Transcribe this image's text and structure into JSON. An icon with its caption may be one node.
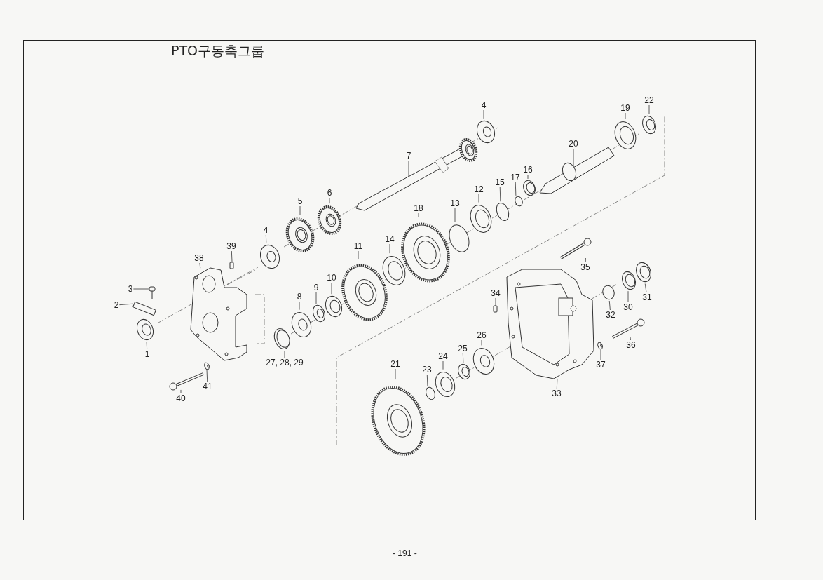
{
  "diagram": {
    "title": "PTO구동축그룹",
    "nodes": [
      {
        "text": [
          "4"
        ]
      },
      {
        "text": [
          "22"
        ]
      },
      {
        "text": [
          "19"
        ]
      },
      {
        "text": [
          "7"
        ]
      },
      {
        "text": [
          "20"
        ]
      },
      {
        "text": [
          "16"
        ]
      },
      {
        "text": [
          "17"
        ]
      },
      {
        "text": [
          "15"
        ]
      },
      {
        "text": [
          "6"
        ]
      },
      {
        "text": [
          "12"
        ]
      },
      {
        "text": [
          "13"
        ]
      },
      {
        "text": [
          "5"
        ]
      },
      {
        "text": [
          "18"
        ]
      },
      {
        "text": [
          "4"
        ]
      },
      {
        "text": [
          "39"
        ]
      },
      {
        "text": [
          "11"
        ]
      },
      {
        "text": [
          "14"
        ]
      },
      {
        "text": [
          "38"
        ]
      },
      {
        "text": [
          "35"
        ]
      },
      {
        "text": [
          "10"
        ]
      },
      {
        "text": [
          "3"
        ]
      },
      {
        "text": [
          "9"
        ]
      },
      {
        "text": [
          "34"
        ]
      },
      {
        "text": [
          "8"
        ]
      },
      {
        "text": [
          "32"
        ]
      },
      {
        "text": [
          "30"
        ]
      },
      {
        "text": [
          "31"
        ]
      },
      {
        "text": [
          "2"
        ]
      },
      {
        "text": [
          "26"
        ]
      },
      {
        "text": [
          "36"
        ]
      },
      {
        "text": [
          "25"
        ]
      },
      {
        "text": [
          "1"
        ]
      },
      {
        "text": [
          "27, 28, 29"
        ]
      },
      {
        "text": [
          "21"
        ]
      },
      {
        "text": [
          "37"
        ]
      },
      {
        "text": [
          "24"
        ]
      },
      {
        "text": [
          "23"
        ]
      },
      {
        "text": [
          "41"
        ]
      },
      {
        "text": [
          "40"
        ]
      },
      {
        "text": [
          "33"
        ]
      },
      {
        "text": [],
        "shape": "picture"
      },
      {
        "text": [],
        "shape": "picture"
      },
      {
        "text": [],
        "shape": "picture"
      },
      {
        "text": [],
        "shape": "picture"
      },
      {
        "text": [],
        "shape": "picture"
      },
      {
        "text": [],
        "shape": "picture"
      },
      {
        "text": [],
        "shape": "circle"
      },
      {
        "text": [],
        "shape": "circle"
      },
      {
        "text": [],
        "shape": "picture"
      },
      {
        "text": [],
        "shape": "picture"
      },
      {
        "text": [],
        "shape": "circle"
      },
      {
        "text": [],
        "shape": "picture"
      },
      {
        "text": [],
        "shape": "picture"
      },
      {
        "text": [],
        "shape": "picture"
      },
      {
        "text": [],
        "shape": "box"
      },
      {
        "text": [],
        "shape": "picture"
      },
      {
        "text": [],
        "shape": "picture"
      },
      {
        "text": [],
        "shape": "picture"
      },
      {
        "text": [],
        "shape": "picture"
      },
      {
        "text": [],
        "shape": "picture"
      },
      {
        "text": [],
        "shape": "picture"
      },
      {
        "text": [],
        "shape": "picture"
      },
      {
        "text": [],
        "shape": "box"
      },
      {
        "text": [],
        "shape": "picture"
      },
      {
        "text": [],
        "shape": "circle"
      },
      {
        "text": [],
        "shape": "picture"
      },
      {
        "text": [],
        "shape": "picture"
      },
      {
        "text": [],
        "shape": "box"
      },
      {
        "text": [],
        "shape": "picture"
      },
      {
        "text": [],
        "shape": "picture"
      },
      {
        "text": [],
        "shape": "picture"
      },
      {
        "text": [],
        "shape": "picture"
      },
      {
        "text": [],
        "shape": "picture"
      },
      {
        "text": [],
        "shape": "picture"
      },
      {
        "text": [],
        "shape": "picture"
      },
      {
        "text": [],
        "shape": "picture"
      },
      {
        "text": [],
        "shape": "circle"
      },
      {
        "text": [],
        "shape": "picture"
      },
      {
        "text": [],
        "shape": "picture"
      },
      {
        "text": [],
        "shape": "picture"
      }
    ],
    "edges": [
      {
        "from": 0,
        "to": 40,
        "arrow": "none"
      },
      {
        "from": 1,
        "to": 41,
        "arrow": "none"
      },
      {
        "from": 2,
        "to": 42,
        "arrow": "none"
      },
      {
        "from": 3,
        "to": 43,
        "arrow": "none"
      },
      {
        "from": 4,
        "to": 44,
        "arrow": "none"
      },
      {
        "from": 5,
        "to": 45,
        "arrow": "none"
      },
      {
        "from": 6,
        "to": 46,
        "arrow": "none"
      },
      {
        "from": 7,
        "to": 47,
        "arrow": "none"
      },
      {
        "from": 8,
        "to": 48,
        "arrow": "none"
      },
      {
        "from": 9,
        "to": 49,
        "arrow": "none"
      },
      {
        "from": 10,
        "to": 50,
        "arrow": "none"
      },
      {
        "from": 11,
        "to": 51,
        "arrow": "none"
      },
      {
        "from": 12,
        "to": 52,
        "arrow": "none"
      },
      {
        "from": 13,
        "to": 53,
        "arrow": "none"
      },
      {
        "from": 14,
        "to": 54,
        "arrow": "none"
      },
      {
        "from": 15,
        "to": 55,
        "arrow": "none"
      },
      {
        "from": 16,
        "to": 56,
        "arrow": "none"
      },
      {
        "from": 17,
        "to": 57,
        "arrow": "none"
      },
      {
        "from": 18,
        "to": 58,
        "arrow": "none"
      },
      {
        "from": 19,
        "to": 59,
        "arrow": "none"
      },
      {
        "from": 20,
        "to": 60,
        "arrow": "none"
      },
      {
        "from": 21,
        "to": 61,
        "arrow": "none"
      },
      {
        "from": 22,
        "to": 62,
        "arrow": "none"
      },
      {
        "from": 23,
        "to": 63,
        "arrow": "none"
      },
      {
        "from": 24,
        "to": 64,
        "arrow": "none"
      },
      {
        "from": 25,
        "to": 65,
        "arrow": "none"
      },
      {
        "from": 26,
        "to": 66,
        "arrow": "none"
      },
      {
        "from": 27,
        "to": 67,
        "arrow": "none"
      },
      {
        "from": 28,
        "to": 68,
        "arrow": "none"
      },
      {
        "from": 29,
        "to": 69,
        "arrow": "none"
      },
      {
        "from": 30,
        "to": 70,
        "arrow": "none"
      },
      {
        "from": 31,
        "to": 71,
        "arrow": "none"
      },
      {
        "from": 32,
        "to": 72,
        "arrow": "none"
      },
      {
        "from": 33,
        "to": 73,
        "arrow": "none"
      },
      {
        "from": 34,
        "to": 74,
        "arrow": "none"
      },
      {
        "from": 35,
        "to": 75,
        "arrow": "none"
      },
      {
        "from": 36,
        "to": 76,
        "arrow": "none"
      },
      {
        "from": 37,
        "to": 77,
        "arrow": "none"
      },
      {
        "from": 38,
        "to": 78,
        "arrow": "none"
      },
      {
        "from": 39,
        "to": 79,
        "arrow": "none"
      }
    ],
    "labels": [
      "- 191 -"
    ]
  }
}
